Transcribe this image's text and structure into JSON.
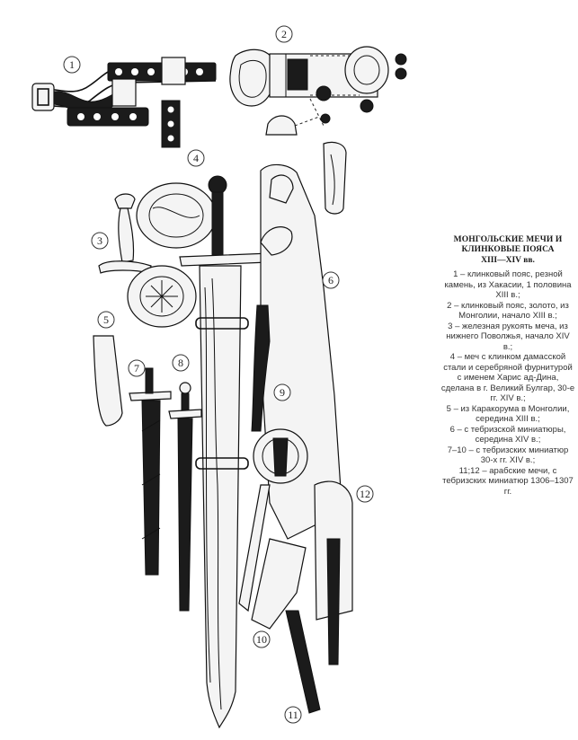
{
  "caption": {
    "title_line1": "МОНГОЛЬСКИЕ МЕЧИ И",
    "title_line2": "КЛИНКОВЫЕ ПОЯСА",
    "subtitle": "XIII—XIV вв.",
    "entries": [
      "1 – клинковый пояс, резной камень, из Хакасии, 1 половина XIII в.;",
      "2 – клинковый пояс, золото, из Монголии, начало XIII в.;",
      "3 – железная рукоять меча, из нижнего Поволжья, начало XIV в.;",
      "4 – меч с клинком дамасской стали и серебряной фурнитурой с именем Харис ад-Дина, сделана в г. Великий Булгар, 30-е гг. XIV в.;",
      "5 – из Каракорума в Монголии, середина XIII в.;",
      "6 – с тебризской миниатюры, середина XIV в.;",
      "7–10 – с тебризских миниатюр 30-х гг. XIV в.;",
      "11;12 – арабские мечи, с тебризских миниатюр 1306–1307 гг."
    ]
  },
  "figure_numbers": [
    "1",
    "2",
    "3",
    "4",
    "5",
    "6",
    "7",
    "8",
    "9",
    "10",
    "11",
    "12"
  ]
}
